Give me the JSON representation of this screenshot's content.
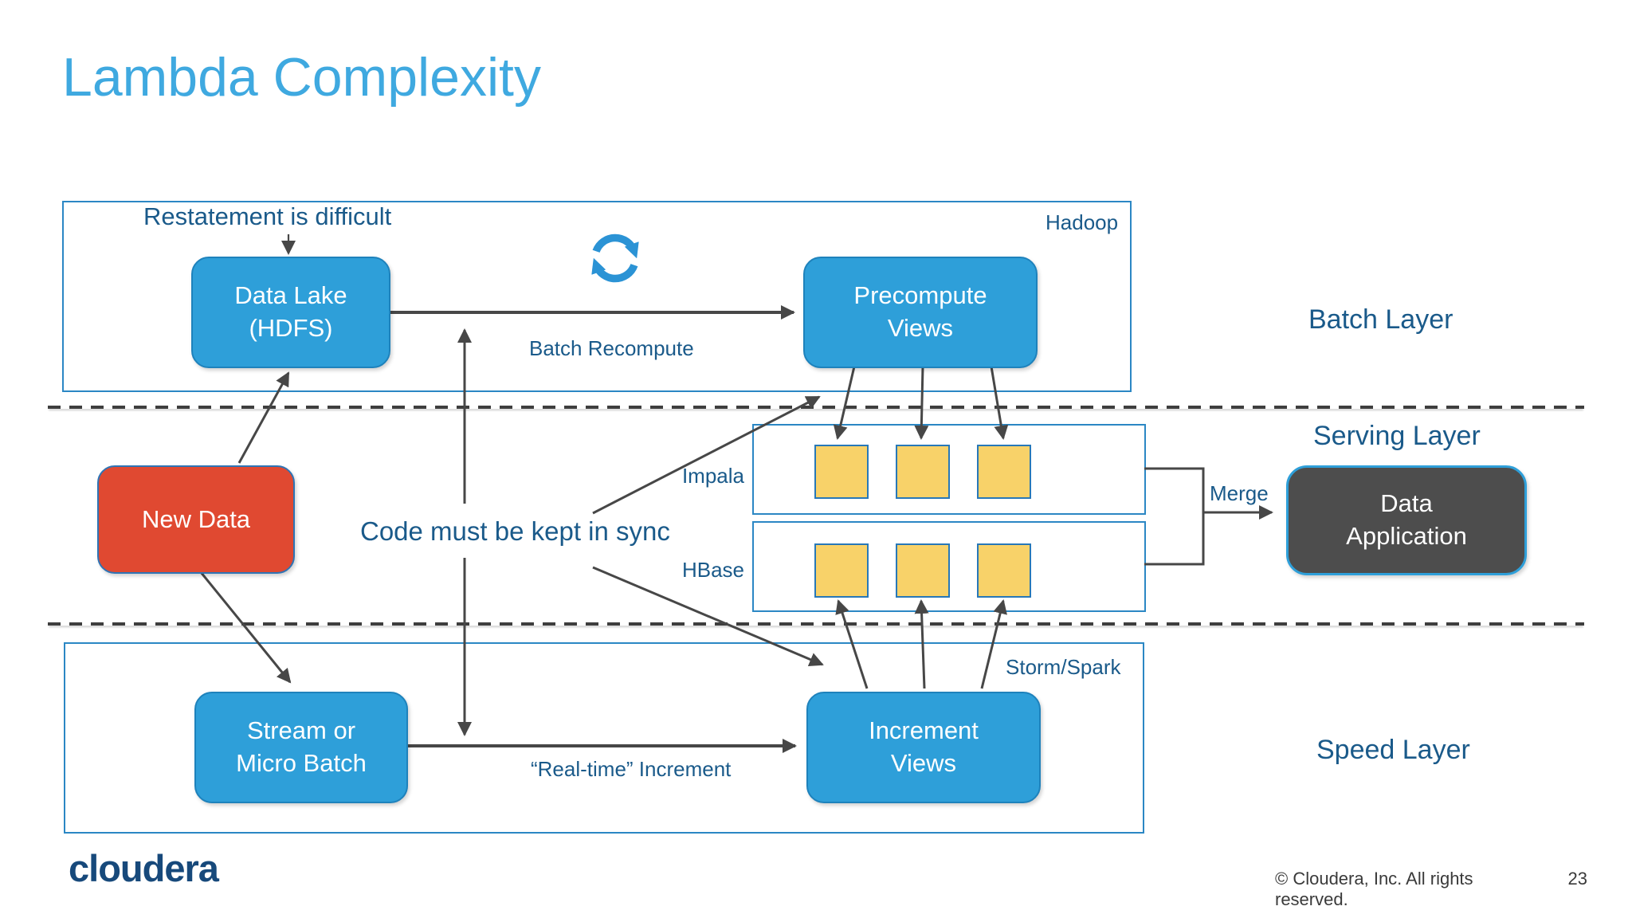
{
  "slide": {
    "title": "Lambda Complexity",
    "logo_text": "cloudera",
    "copyright": "© Cloudera, Inc. All rights reserved.",
    "page_number": "23"
  },
  "colors": {
    "title_blue": "#3FA9E0",
    "box_blue": "#2E9FD9",
    "icon_blue": "#2B93D5",
    "border_blue": "#2b87c4",
    "navy_text": "#1A5A8A",
    "red": "#E04931",
    "yellow": "#F8D269",
    "dark_box": "#4D4D4D",
    "arrow_gray": "#474747",
    "logo_navy": "#17497B",
    "footer_gray": "#3a3a3a"
  },
  "batch_layer": {
    "label": "Batch Layer",
    "hadoop_label": "Hadoop",
    "restatement_note": "Restatement is difficult",
    "data_lake": {
      "line1": "Data Lake",
      "line2": "(HDFS)"
    },
    "precompute": {
      "line1": "Precompute",
      "line2": "Views"
    },
    "batch_recompute_label": "Batch Recompute"
  },
  "serving_layer": {
    "label": "Serving Layer",
    "new_data_label": "New Data",
    "sync_note": "Code must be kept in sync",
    "impala_label": "Impala",
    "hbase_label": "HBase",
    "merge_label": "Merge",
    "data_application": {
      "line1": "Data",
      "line2": "Application"
    }
  },
  "speed_layer": {
    "label": "Speed Layer",
    "storm_spark_label": "Storm/Spark",
    "stream": {
      "line1": "Stream or",
      "line2": "Micro Batch"
    },
    "increment": {
      "line1": "Increment",
      "line2": "Views"
    },
    "realtime_label": "“Real-time” Increment"
  }
}
